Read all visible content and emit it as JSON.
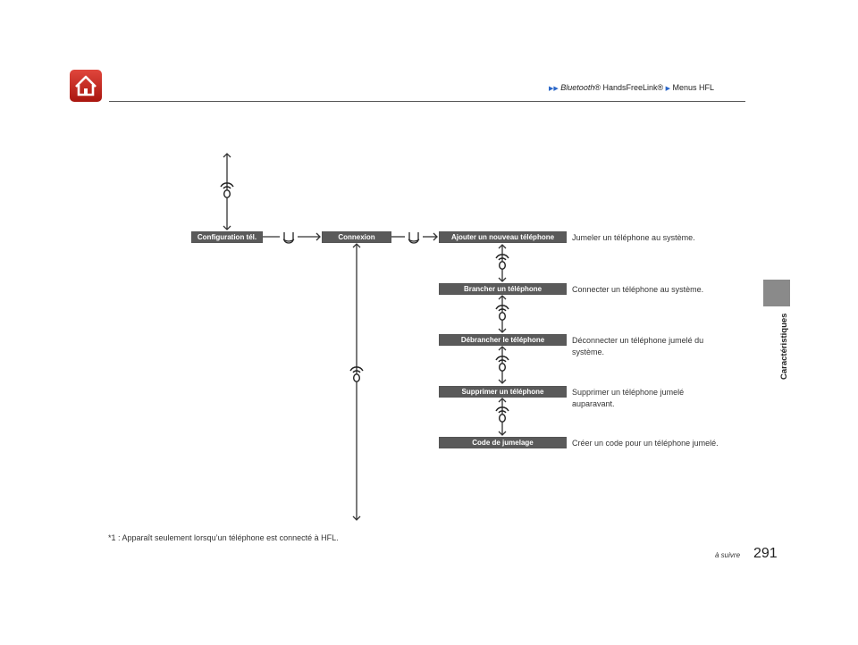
{
  "header": {
    "breadcrumb_1": "Bluetooth",
    "breadcrumb_1_suffix": "® HandsFreeLink®",
    "breadcrumb_2": "Menus HFL"
  },
  "side_tab": {
    "label": "Caractéristiques"
  },
  "diagram": {
    "config_label": "Configuration tél.",
    "connexion_label": "Connexion",
    "items": [
      {
        "label": "Ajouter un nouveau téléphone",
        "desc": "Jumeler un téléphone au système."
      },
      {
        "label": "Brancher un téléphone",
        "desc": "Connecter un téléphone au système."
      },
      {
        "label": "Débrancher le téléphone",
        "desc": "Déconnecter un téléphone jumelé du système."
      },
      {
        "label": "Supprimer un téléphone",
        "desc": "Supprimer un téléphone jumelé auparavant."
      },
      {
        "label": "Code de jumelage",
        "desc": "Créer un code pour un téléphone jumelé."
      }
    ]
  },
  "footnote": "*1 : Apparaît seulement lorsqu’un téléphone est connecté à HFL.",
  "footer": {
    "continued": "à suivre",
    "page_number": "291"
  }
}
